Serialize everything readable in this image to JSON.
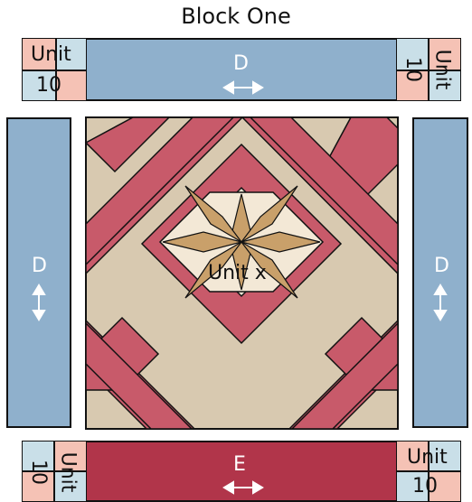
{
  "title": "Block One",
  "strips": {
    "top": {
      "label": "D"
    },
    "left": {
      "label": "D"
    },
    "right": {
      "label": "D"
    },
    "bottom": {
      "label": "E"
    }
  },
  "unit_blocks": {
    "word": "Unit",
    "number": "10"
  },
  "center": {
    "label": "Unit x"
  },
  "colors": {
    "blue_strip": "#8fb0cc",
    "red_strip": "#b1354a",
    "pink_cell": "#f5c2b5",
    "lightblue_cell": "#c9dfe8",
    "tan_background": "#d8c9b0",
    "red_bands": "#c85a6a",
    "star_gold": "#c9a06a",
    "star_cream": "#f3e8d6"
  }
}
